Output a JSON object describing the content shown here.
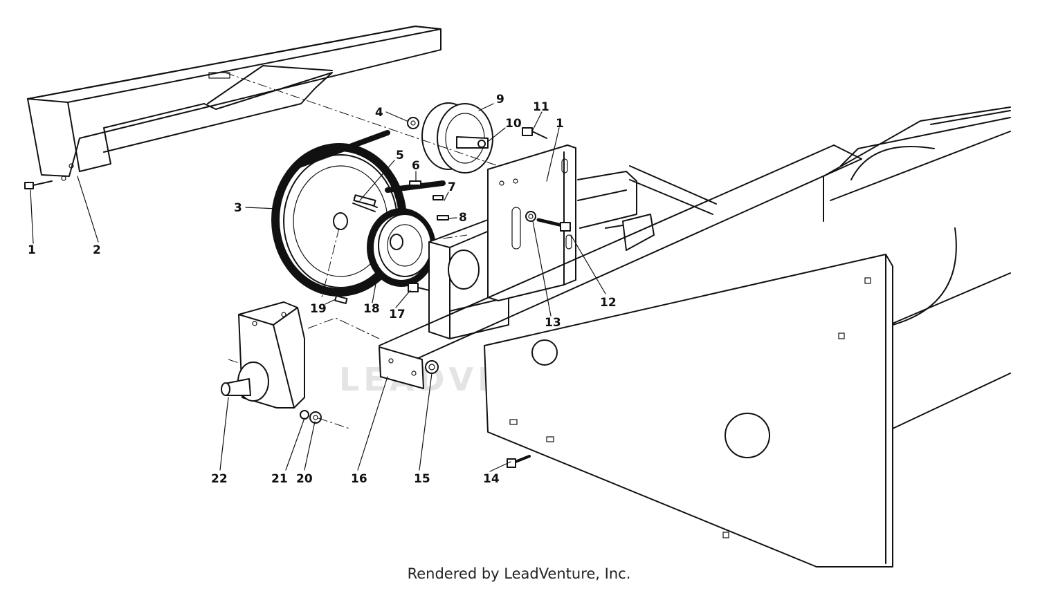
{
  "watermark": "LEADVENTURE",
  "credit": "Rendered by LeadVenture, Inc.",
  "callouts": {
    "c1a": "1",
    "c2": "2",
    "c3": "3",
    "c4": "4",
    "c5": "5",
    "c6": "6",
    "c7": "7",
    "c8": "8",
    "c9": "9",
    "c10": "10",
    "c11": "11",
    "c1b": "1",
    "c12": "12",
    "c13": "13",
    "c14": "14",
    "c15": "15",
    "c16": "16",
    "c17": "17",
    "c18": "18",
    "c19": "19",
    "c20": "20",
    "c21": "21",
    "c22": "22"
  }
}
